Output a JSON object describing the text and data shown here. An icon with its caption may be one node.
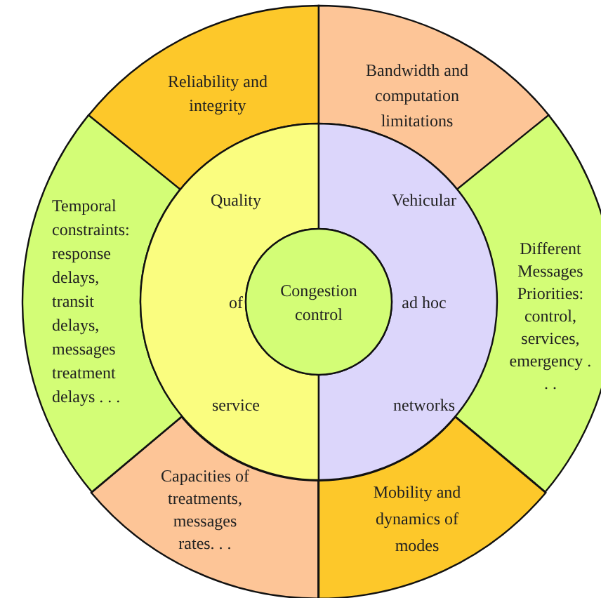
{
  "diagram": {
    "nodes": [
      {
        "text": [
          "Reliability and integrity"
        ]
      },
      {
        "text": [
          "Bandwidth and computation limitations"
        ]
      },
      {
        "text": [
          "Different Messages Priorities: control, services, emergency . . ."
        ]
      },
      {
        "text": [
          "Mobility and dynamics of modes"
        ]
      },
      {
        "text": [
          "Capacities of treatments, messages rates. . ."
        ]
      },
      {
        "text": [
          "Temporal constraints: response delays, transit delays, messages treatment delays . . ."
        ]
      },
      {
        "text": [
          "Quality of service"
        ]
      },
      {
        "text": [
          "Vehicular ad hoc networks"
        ]
      },
      {
        "text": [
          "Congestion control"
        ]
      }
    ]
  }
}
